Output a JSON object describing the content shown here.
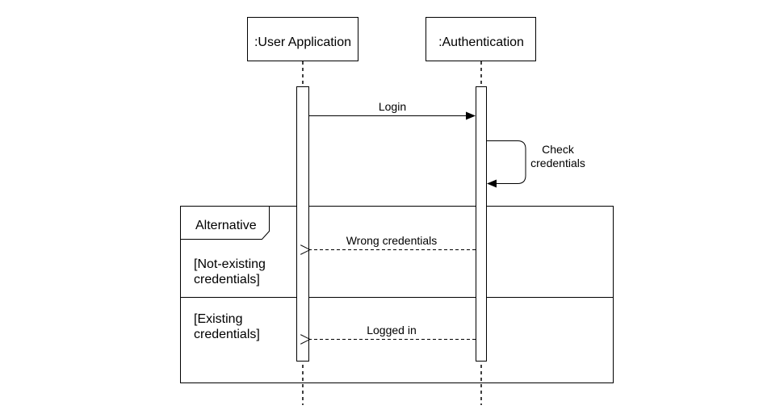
{
  "participants": {
    "user_app": {
      "label": ":User Application"
    },
    "auth": {
      "label": ":Authentication"
    }
  },
  "messages": {
    "login": {
      "label": "Login"
    },
    "check": {
      "line1": "Check",
      "line2": "credentials"
    },
    "wrong": {
      "label": "Wrong credentials"
    },
    "logged": {
      "label": "Logged in"
    }
  },
  "frame": {
    "operator": "Alternative",
    "guard1": {
      "line1": "[Not-existing",
      "line2": "credentials]"
    },
    "guard2": {
      "line1": "[Existing",
      "line2": "credentials]"
    }
  },
  "colors": {
    "stroke": "#000000",
    "background": "#ffffff"
  }
}
